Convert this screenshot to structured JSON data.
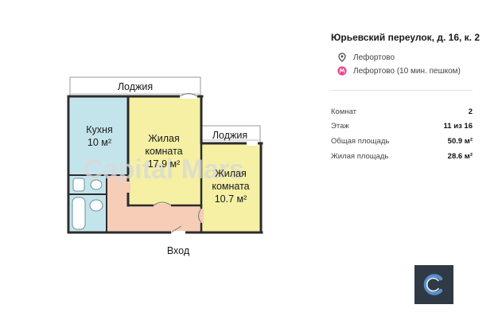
{
  "floorplan": {
    "rooms": [
      {
        "id": "kitchen",
        "name": "Кухня",
        "area": "10 м²",
        "color": "#c4e4ec"
      },
      {
        "id": "living1",
        "name_line1": "Жилая",
        "name_line2": "комната",
        "area": "17.9 м²",
        "color": "#f5f0a4"
      },
      {
        "id": "living2",
        "name_line1": "Жилая",
        "name_line2": "комната",
        "area": "10.7 м²",
        "color": "#f5f0a4"
      }
    ],
    "balcony_label": "Лоджия",
    "balcony2_label": "Лоджия",
    "entrance_label": "Вход",
    "watermark": "Capital Mars",
    "colors": {
      "hall": "#f6cdb7",
      "bath": "#c4e4ec",
      "wall": "#2b2b2b"
    }
  },
  "listing": {
    "address": "Юрьевский переулок, д. 16, к. 2",
    "district": "Лефортово",
    "metro": "Лефортово (10 мин. пешком)",
    "metro_color": "#e34b8a",
    "stats": [
      {
        "label": "Комнат",
        "value": "2"
      },
      {
        "label": "Этаж",
        "value": "11 из 16"
      },
      {
        "label": "Общая площадь",
        "value": "50.9 м²"
      },
      {
        "label": "Жилая площадь",
        "value": "28.6 м²"
      }
    ]
  },
  "brand": {
    "logo_bg": "#2f3a45",
    "logo_ring": "#5a8fd0"
  }
}
